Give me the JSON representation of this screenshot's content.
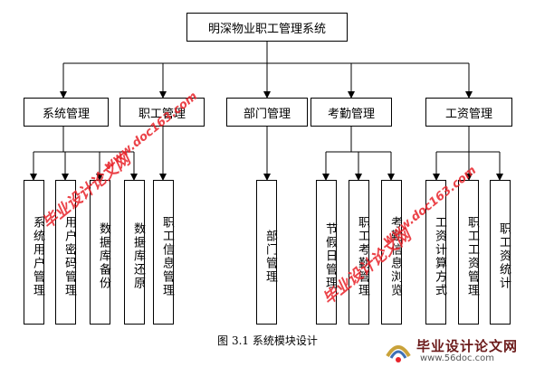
{
  "title": "明深物业职工管理系统",
  "modules": [
    {
      "name": "系统管理",
      "children": [
        "系统用户管理",
        "用户密码管理",
        "数据库备份",
        "数据库还原"
      ]
    },
    {
      "name": "职工管理",
      "children": [
        "职工信息管理"
      ]
    },
    {
      "name": "部门管理",
      "children": [
        "部门管理"
      ]
    },
    {
      "name": "考勤管理",
      "children": [
        "节假日管理",
        "职工考勤管理",
        "考勤信息浏览"
      ]
    },
    {
      "name": "工资管理",
      "children": [
        "工资计算方式",
        "职工工资管理",
        "职工资统计"
      ]
    }
  ],
  "caption": "图 3.1  系统模块设计",
  "watermark": {
    "label": "毕业设计论文网",
    "url": "www.doc163.com",
    "logo_title": "毕业设计论文网",
    "logo_url": "www.56doc.com",
    "color": "#e8232a"
  }
}
